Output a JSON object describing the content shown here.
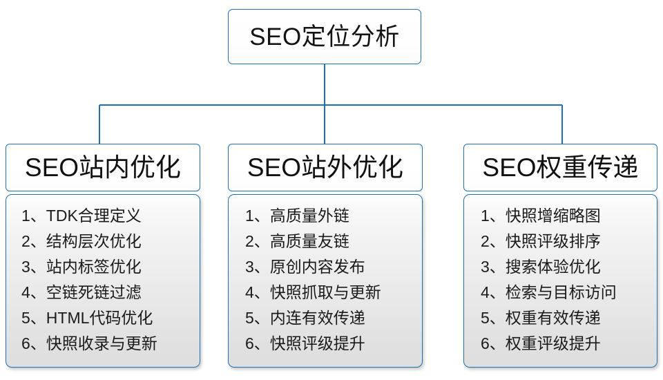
{
  "root": {
    "label": "SEO定位分析"
  },
  "connector_color": "#1f6fb5",
  "columns": [
    {
      "header": "SEO站内优化",
      "items": [
        "1、TDK合理定义",
        "2、结构层次优化",
        "3、站内标签优化",
        "4、空链死链过滤",
        "5、HTML代码优化",
        "6、快照收录与更新"
      ]
    },
    {
      "header": "SEO站外优化",
      "items": [
        "1、高质量外链",
        "2、高质量友链",
        "3、原创内容发布",
        "4、快照抓取与更新",
        "5、内连有效传递",
        "6、快照评级提升"
      ]
    },
    {
      "header": "SEO权重传递",
      "items": [
        "1、快照增缩略图",
        "2、快照评级排序",
        "3、搜索体验优化",
        "4、检索与目标访问",
        "5、权重有效传递",
        "6、权重评级提升"
      ]
    }
  ]
}
